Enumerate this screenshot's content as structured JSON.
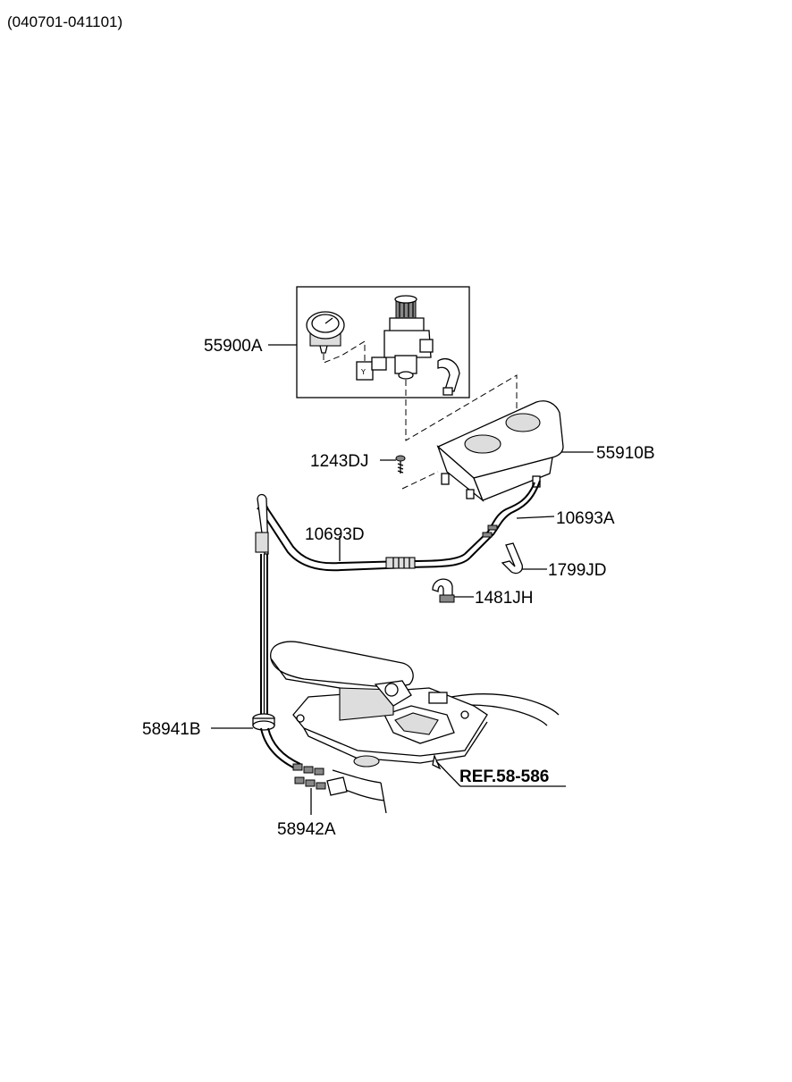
{
  "header": {
    "date_range": "(040701-041101)"
  },
  "callouts": {
    "regulator_assembly": "55900A",
    "screw": "1243DJ",
    "reservoir": "55910B",
    "hose_long": "10693D",
    "hose_short": "10693A",
    "clip": "1799JD",
    "clamp": "1481JH",
    "grommet": "58941B",
    "fitting": "58942A",
    "reference": "REF.58-586"
  }
}
